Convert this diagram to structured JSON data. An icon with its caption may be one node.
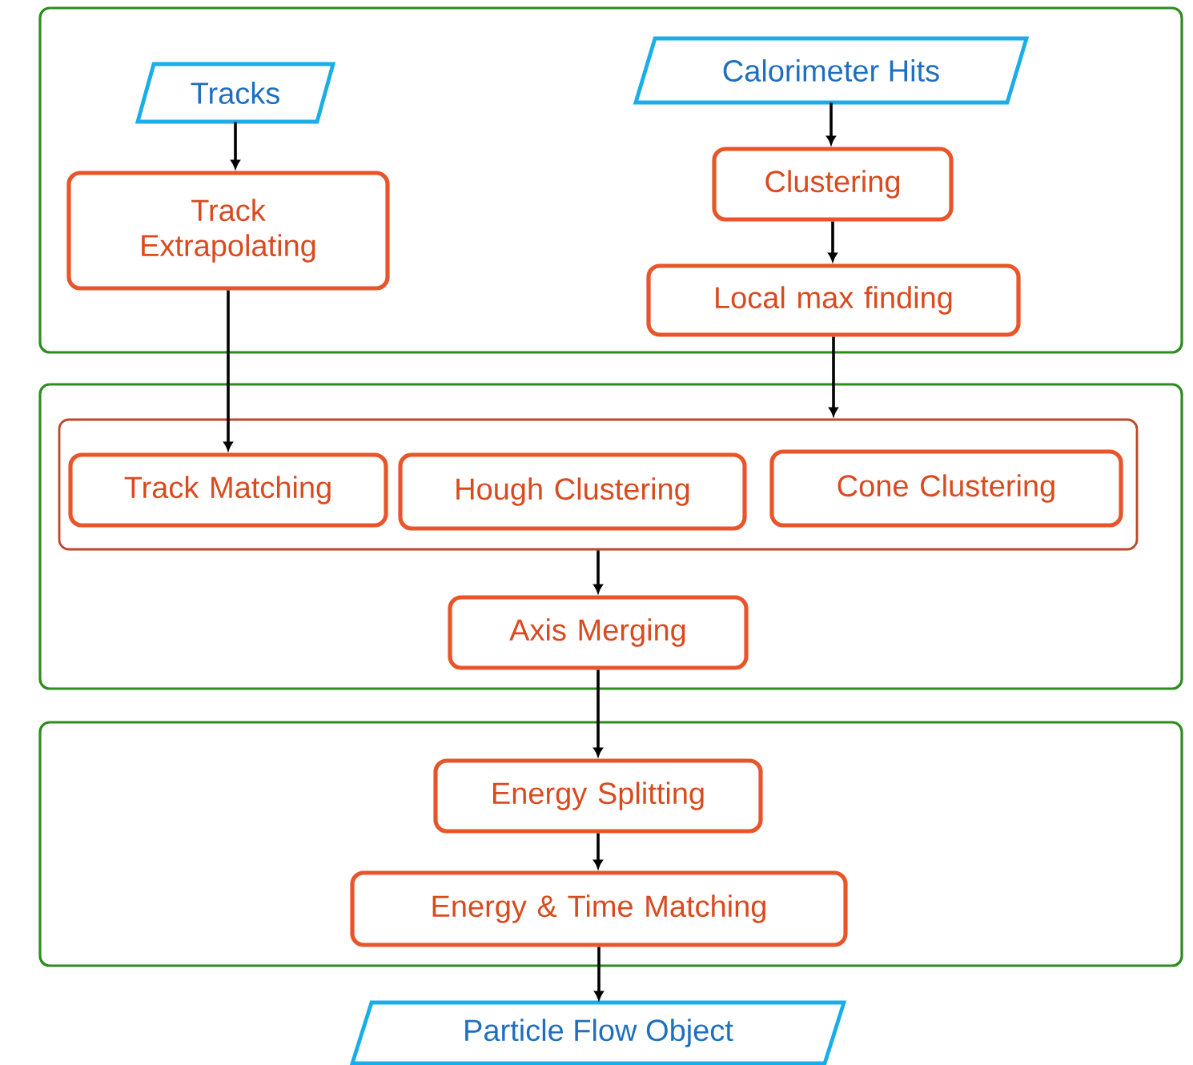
{
  "diagram": {
    "nodes": [
      {
        "text": [],
        "shape": "box"
      },
      {
        "text": [
          "Tracks"
        ],
        "in": 0
      },
      {
        "text": [
          "Calorimeter Hits"
        ],
        "in": 0
      },
      {
        "text": [
          "Track Extrapolating"
        ],
        "in": 0
      },
      {
        "text": [
          "Clustering"
        ],
        "in": 0
      },
      {
        "text": [
          "Local max finding"
        ],
        "in": 0
      },
      {
        "text": [],
        "shape": "box"
      },
      {
        "text": [],
        "shape": "box",
        "in": 6
      },
      {
        "text": [
          "Track Matching"
        ],
        "in": 7
      },
      {
        "text": [
          "Hough Clustering"
        ],
        "in": 7
      },
      {
        "text": [
          "Cone Clustering"
        ],
        "in": 7
      },
      {
        "text": [
          "Axis Merging"
        ],
        "in": 6
      },
      {
        "text": [],
        "shape": "box"
      },
      {
        "text": [
          "Energy Splitting"
        ],
        "in": 12
      },
      {
        "text": [
          "Energy & Time Matching"
        ],
        "in": 12
      },
      {
        "text": [
          "Particle Flow Object"
        ]
      }
    ],
    "edges": [
      {
        "from": 1,
        "to": 3,
        "arrow": "to"
      },
      {
        "from": 2,
        "to": 4,
        "arrow": "to"
      },
      {
        "from": 4,
        "to": 5,
        "arrow": "to"
      },
      {
        "from": 3,
        "to": 8,
        "arrow": "to"
      },
      {
        "from": 5,
        "to": 7,
        "arrow": "to"
      },
      {
        "from": 7,
        "to": 11,
        "arrow": "to"
      },
      {
        "from": 11,
        "to": 13,
        "arrow": "to"
      },
      {
        "from": 13,
        "to": 14,
        "arrow": "to"
      },
      {
        "from": 14,
        "to": 15,
        "arrow": "to"
      }
    ]
  }
}
